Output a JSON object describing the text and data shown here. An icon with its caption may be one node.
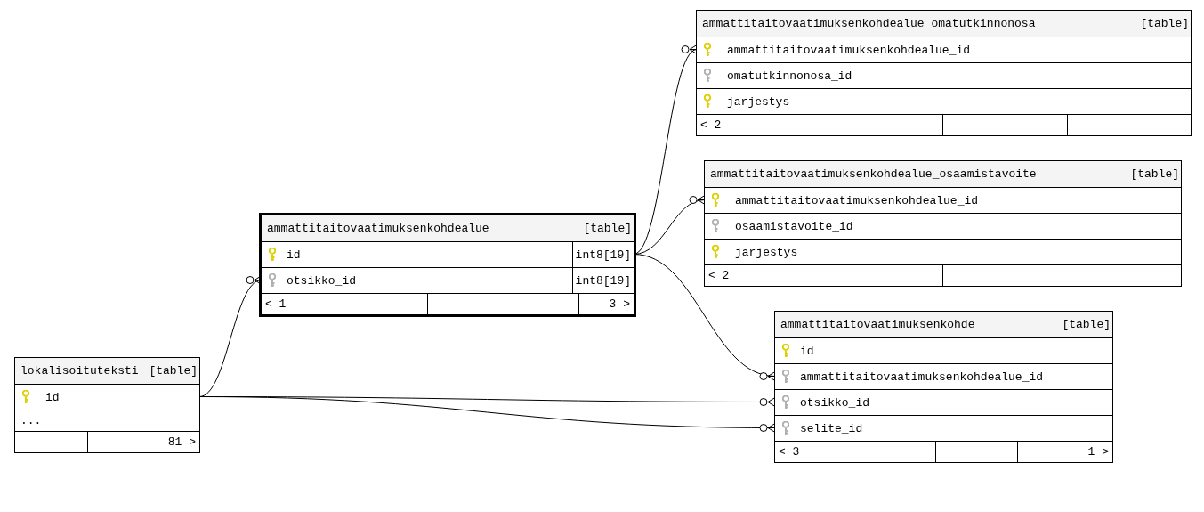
{
  "diagram": {
    "nodes": [
      {
        "text": [
          "ammattitaitovaatimuksenkohdealue_omatutkinnonosa",
          "[table]"
        ]
      },
      {
        "text": [
          "ammattitaitovaatimuksenkohdealue_id"
        ],
        "in": 0
      },
      {
        "text": [
          "omatutkinnonosa_id"
        ],
        "in": 0
      },
      {
        "text": [
          "jarjestys"
        ],
        "in": 0
      },
      {
        "text": [
          "< 2"
        ],
        "in": 0
      },
      {
        "text": [
          "ammattitaitovaatimuksenkohdealue_osaamistavoite",
          "[table]"
        ]
      },
      {
        "text": [
          "ammattitaitovaatimuksenkohdealue_id"
        ],
        "in": 5
      },
      {
        "text": [
          "osaamistavoite_id"
        ],
        "in": 5
      },
      {
        "text": [
          "jarjestys"
        ],
        "in": 5
      },
      {
        "text": [
          "< 2"
        ],
        "in": 5
      },
      {
        "text": [
          "ammattitaitovaatimuksenkohdealue",
          "[table]"
        ]
      },
      {
        "text": [
          "id",
          "int8[19]"
        ],
        "in": 10
      },
      {
        "text": [
          "otsikko_id",
          "int8[19]"
        ],
        "in": 10
      },
      {
        "text": [
          "< 1",
          "3 >"
        ],
        "in": 10
      },
      {
        "text": [
          "ammattitaitovaatimuksenkohde",
          "[table]"
        ]
      },
      {
        "text": [
          "id"
        ],
        "in": 14
      },
      {
        "text": [
          "ammattitaitovaatimuksenkohdealue_id"
        ],
        "in": 14
      },
      {
        "text": [
          "otsikko_id"
        ],
        "in": 14
      },
      {
        "text": [
          "selite_id"
        ],
        "in": 14
      },
      {
        "text": [
          "< 3",
          "1 >"
        ],
        "in": 14
      },
      {
        "text": [
          "lokalisoituteksti",
          "[table]"
        ]
      },
      {
        "text": [
          "id"
        ],
        "in": 20
      },
      {
        "text": [
          "..."
        ],
        "in": 20
      },
      {
        "text": [
          "81 >"
        ],
        "in": 20
      }
    ],
    "edges": [
      {
        "from": 11,
        "to": 1,
        "arrow": "other"
      },
      {
        "from": 11,
        "to": 6,
        "arrow": "other"
      },
      {
        "from": 21,
        "to": 12,
        "arrow": "other"
      },
      {
        "from": 11,
        "to": 16,
        "arrow": "other"
      },
      {
        "from": 21,
        "to": 17,
        "arrow": "other"
      },
      {
        "from": 21,
        "to": 18,
        "arrow": "other"
      }
    ]
  }
}
